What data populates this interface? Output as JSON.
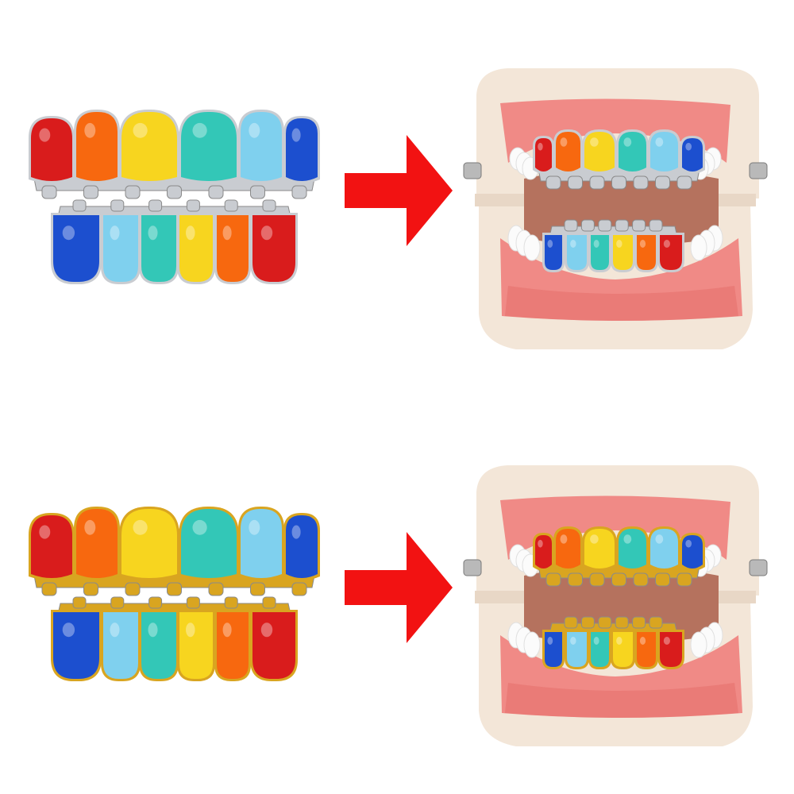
{
  "palette": {
    "red": "#d91c1c",
    "orange": "#f7680f",
    "yellow": "#f7d51f",
    "teal": "#33c7b7",
    "light_blue": "#7fd0ee",
    "blue": "#1c4fcf",
    "silver": "#c9ccd1",
    "gold": "#d9a520",
    "gum": "#f08a86",
    "gum_dark": "#e46c68",
    "model_base": "#f3e6d8",
    "tooth_white": "#fbfbfb",
    "mouth_inner": "#b5725e",
    "arrow": "#f21212"
  },
  "rows": [
    {
      "id": "silver-set",
      "metal": "silver"
    },
    {
      "id": "gold-set",
      "metal": "gold"
    }
  ],
  "upper_colors": [
    "red",
    "orange",
    "yellow",
    "teal",
    "light_blue",
    "blue"
  ],
  "lower_colors": [
    "blue",
    "light_blue",
    "teal",
    "yellow",
    "orange",
    "red"
  ]
}
